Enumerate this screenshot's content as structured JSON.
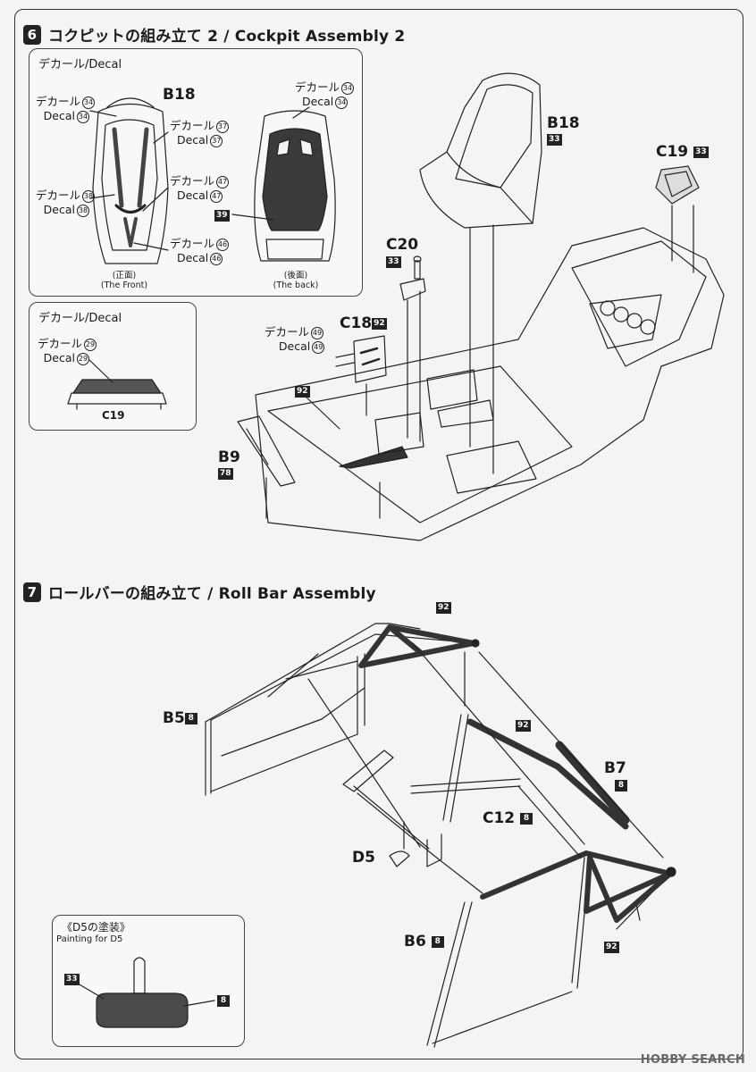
{
  "step6": {
    "number": "6",
    "title": "コクピットの組み立て 2 / Cockpit Assembly 2",
    "decal_box_title": "デカール/Decal",
    "part_b18_label": "B18",
    "decal_ja": "デカール",
    "decal_en": "Decal",
    "decal_numbers": [
      "34",
      "37",
      "38",
      "47",
      "46",
      "49",
      "29"
    ],
    "color_back": "39",
    "front_ja": "(正面)",
    "front_en": "(The Front)",
    "back_ja": "(後面)",
    "back_en": "(The back)",
    "decal_box2_title": "デカール/Decal",
    "c19_label": "C19",
    "parts": {
      "b18": "B18",
      "b18_color": "33",
      "c19": "C19",
      "c19_color": "33",
      "c20": "C20",
      "c20_color": "33",
      "c18": "C18",
      "c18_color": "92",
      "b9": "B9",
      "b9_color": "78",
      "floor_color": "92"
    }
  },
  "step7": {
    "number": "7",
    "title": "ロールバーの組み立て / Roll Bar Assembly",
    "parts": {
      "b5": "B5",
      "b5_color": "8",
      "b7": "B7",
      "b7_color": "8",
      "c12": "C12",
      "c12_color": "8",
      "d5": "D5",
      "b6": "B6",
      "b6_color": "8",
      "top_color": "92",
      "diag_color": "92",
      "rear_color": "92"
    },
    "paint_box": {
      "title": "《D5の塗装》",
      "subtitle": "Painting for D5",
      "color_a": "33",
      "color_b": "8"
    }
  },
  "watermark": "HOBBY SEARCH"
}
